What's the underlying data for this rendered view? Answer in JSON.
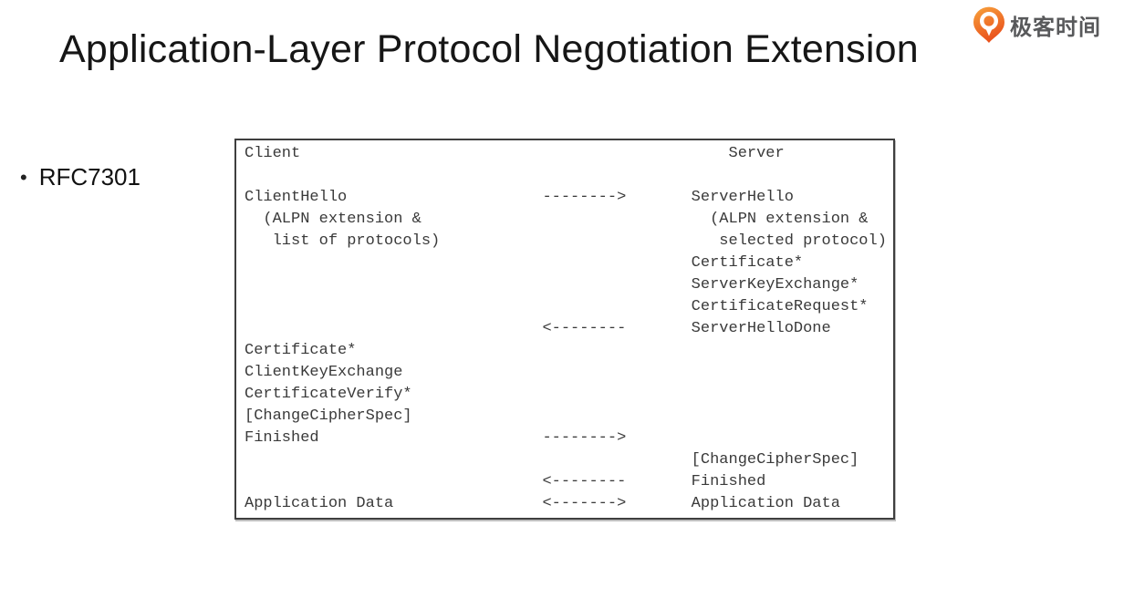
{
  "slide": {
    "title": "Application-Layer Protocol Negotiation Extension",
    "bullet_marker": "•",
    "bullet_text": "RFC7301"
  },
  "logo": {
    "text": "极客时间",
    "icon_name": "geek-time-pin-icon",
    "orange_top": "#F7A03B",
    "orange_bottom": "#E94E1B",
    "text_color": "#58595B"
  },
  "diagram": {
    "border_color": "#3F3F3F",
    "text_color": "#3A3A3A",
    "left_col_width": 32,
    "arrow_col_width": 16,
    "rows": [
      {
        "l": "Client",
        "m": "",
        "r": "    Server"
      },
      {
        "l": "",
        "m": "",
        "r": ""
      },
      {
        "l": "ClientHello",
        "m": "-------->",
        "r": "ServerHello"
      },
      {
        "l": "  (ALPN extension &",
        "m": "",
        "r": "  (ALPN extension &"
      },
      {
        "l": "   list of protocols)",
        "m": "",
        "r": "   selected protocol)"
      },
      {
        "l": "",
        "m": "",
        "r": "Certificate*"
      },
      {
        "l": "",
        "m": "",
        "r": "ServerKeyExchange*"
      },
      {
        "l": "",
        "m": "",
        "r": "CertificateRequest*"
      },
      {
        "l": "",
        "m": "<--------",
        "r": "ServerHelloDone"
      },
      {
        "l": "Certificate*",
        "m": "",
        "r": ""
      },
      {
        "l": "ClientKeyExchange",
        "m": "",
        "r": ""
      },
      {
        "l": "CertificateVerify*",
        "m": "",
        "r": ""
      },
      {
        "l": "[ChangeCipherSpec]",
        "m": "",
        "r": ""
      },
      {
        "l": "Finished",
        "m": "-------->",
        "r": ""
      },
      {
        "l": "",
        "m": "",
        "r": "[ChangeCipherSpec]"
      },
      {
        "l": "",
        "m": "<--------",
        "r": "Finished"
      },
      {
        "l": "Application Data",
        "m": "<------->",
        "r": "Application Data"
      }
    ]
  }
}
